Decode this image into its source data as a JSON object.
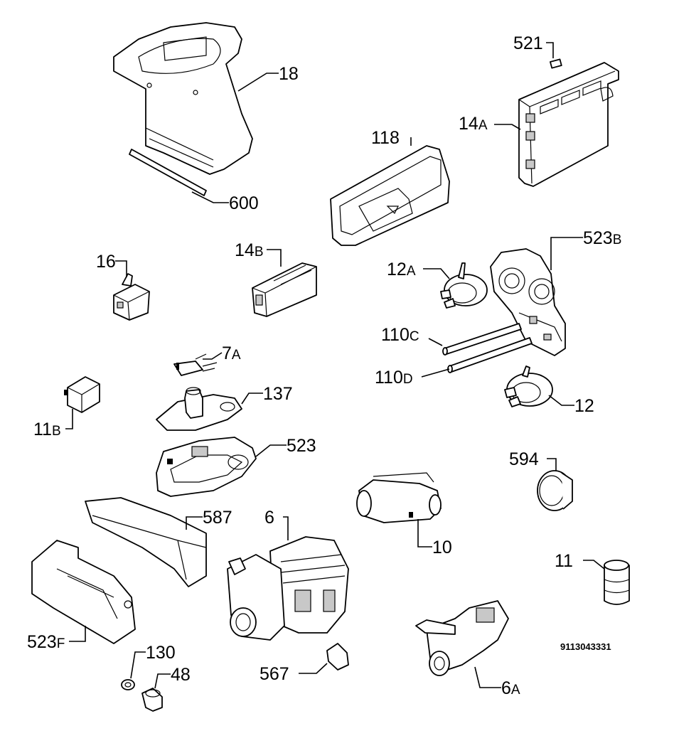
{
  "diagram": {
    "code": "9113043331",
    "labels": {
      "l18": {
        "num": "18",
        "sfx": ""
      },
      "l600": {
        "num": "600",
        "sfx": ""
      },
      "l521": {
        "num": "521",
        "sfx": ""
      },
      "l14a": {
        "num": "14",
        "sfx": "A"
      },
      "l118": {
        "num": "118",
        "sfx": ""
      },
      "l523b": {
        "num": "523",
        "sfx": "B"
      },
      "l14b": {
        "num": "14",
        "sfx": "B"
      },
      "l16": {
        "num": "16",
        "sfx": ""
      },
      "l12a": {
        "num": "12",
        "sfx": "A"
      },
      "l110c": {
        "num": "110",
        "sfx": "C"
      },
      "l110d": {
        "num": "110",
        "sfx": "D"
      },
      "l12": {
        "num": "12",
        "sfx": ""
      },
      "l7a": {
        "num": "7",
        "sfx": "A"
      },
      "l137": {
        "num": "137",
        "sfx": ""
      },
      "l11b": {
        "num": "11",
        "sfx": "B"
      },
      "l523": {
        "num": "523",
        "sfx": ""
      },
      "l594": {
        "num": "594",
        "sfx": ""
      },
      "l587": {
        "num": "587",
        "sfx": ""
      },
      "l6": {
        "num": "6",
        "sfx": ""
      },
      "l10": {
        "num": "10",
        "sfx": ""
      },
      "l11": {
        "num": "11",
        "sfx": ""
      },
      "l523f": {
        "num": "523",
        "sfx": "F"
      },
      "l130": {
        "num": "130",
        "sfx": ""
      },
      "l48": {
        "num": "48",
        "sfx": ""
      },
      "l567": {
        "num": "567",
        "sfx": ""
      },
      "l6a": {
        "num": "6",
        "sfx": "A"
      }
    }
  }
}
